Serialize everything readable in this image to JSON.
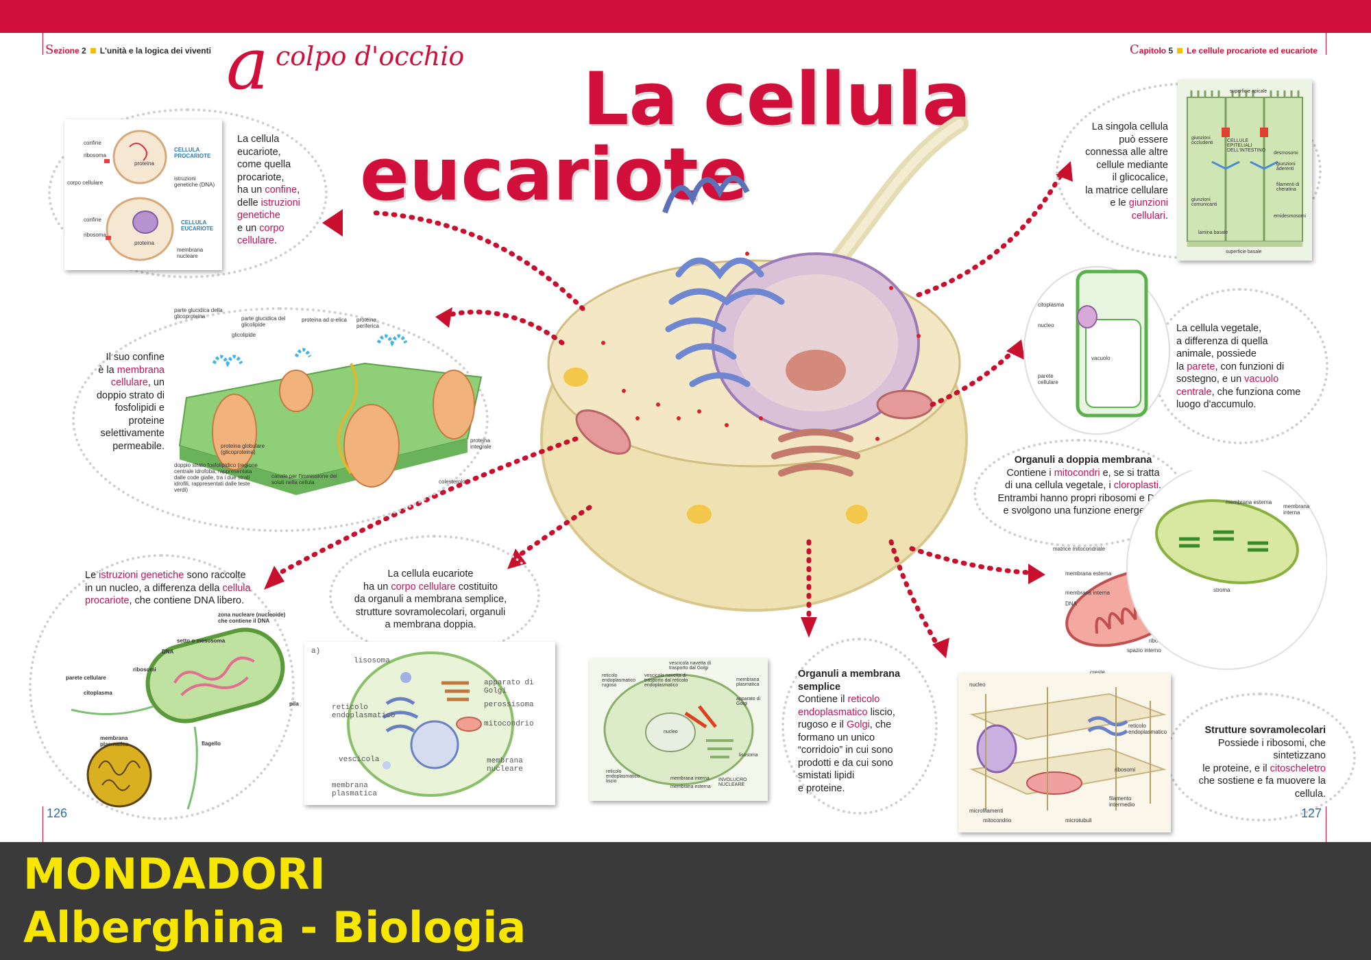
{
  "header_left": {
    "sezione_initial": "S",
    "sezione_rest": "ezione",
    "sezione_num": "2",
    "sezione_title": "L'unità e la logica dei viventi"
  },
  "header_right": {
    "capitolo_initial": "C",
    "capitolo_rest": "apitolo",
    "capitolo_num": "5",
    "capitolo_title": "Le cellule procariote ed eucariote"
  },
  "colpo": {
    "initial": "a",
    "rest": "colpo d'occhio"
  },
  "title": {
    "line1": "La cellula",
    "line2": "eucariote"
  },
  "callouts": {
    "procarioti": "La cellula eucariote, come quella procariote, ha un confine, delle istruzioni genetiche e un corpo cellulare.",
    "membrana": "Il suo confine è la membrana cellulare, un doppio strato di fosfolipidi e proteine selettivamente permeabile.",
    "nucleo": "Le istruzioni genetiche sono raccolte in un nucleo, a differenza della cellula procariote, che contiene DNA libero.",
    "corpo": "La cellula eucariote ha un corpo cellulare costituito da organuli a membrana semplice, strutture sovramolecolari, organuli a membrana doppia.",
    "semplice_title": "Organuli a membrana semplice",
    "semplice": "Contiene il reticolo endoplasmatico liscio, rugoso e il Golgi, che formano un unico “corridoio” in cui sono prodotti e da cui sono smistati lipidi e proteine.",
    "giunzioni": "La singola cellula può essere connessa alle altre cellule mediante il glicocalice, la matrice cellulare e le giunzioni cellulari.",
    "vegetale": "La cellula vegetale, a differenza di quella animale, possiede la parete, con funzioni di sostegno, e un vacuolo centrale, che funziona come luogo d'accumulo.",
    "doppia_title": "Organuli a doppia membrana",
    "doppia": "Contiene i mitocondri e, se si tratta di una cellula vegetale, i cloroplasti. Entrambi hanno propri ribosomi e DNA e svolgono una funzione energetica.",
    "sovra_title": "Strutture sovramolecolari",
    "sovra": "Possiede i ribosomi, che sintetizzano le proteine, e il citoscheletro che sostiene e fa muovere la cellula."
  },
  "labels": {
    "proc": {
      "confine": "confine",
      "ribosoma": "ribosoma",
      "corpo": "corpo cellulare",
      "istruzioni": "istruzioni genetiche (DNA)",
      "proteina": "proteina",
      "cell_proc": "CELLULA PROCARIOTE",
      "confine2": "confine",
      "ribosoma2": "ribosoma",
      "proteina2": "proteina",
      "membrana_nucleare": "membrana nucleare",
      "cell_euc": "CELLULA EUCARIOTE"
    },
    "mem": {
      "glucidica_glico": "parte glucidica della glicoproteina",
      "glucidica_lipide": "parte glucidica del glicolipide",
      "glicolipide": "glicolipide",
      "alfa": "proteina ad α-elica",
      "periferica": "proteina periferica",
      "globulare": "proteina globulare (glicoproteina)",
      "integrale": "proteina integrale",
      "doppio_strato": "doppio strato fosfolipidico (regione centrale idrofoba, rappresentata dalle code gialle, tra i due strati idrofili, rappresentati dalle teste verdi)",
      "canale": "canale per l'immissione dei soluti nella cellula",
      "colesterolo": "colesterolo"
    },
    "batt": {
      "zona": "zona nucleare (nucleoide) che contiene il DNA",
      "setto": "setto o mesosoma",
      "dna": "DNA",
      "ribosomi": "ribosomi",
      "parete": "parete cellulare",
      "citoplasma": "citoplasma",
      "pila": "pila",
      "membrana": "membrana plasmatica",
      "flagello": "flagello"
    },
    "cell": {
      "a": "a)",
      "lisosoma": "lisosoma",
      "apparato": "apparato di Golgi",
      "perossisoma": "perossisoma",
      "reticolo": "reticolo endoplasmatico",
      "mitocondrio": "mitocondrio",
      "vescicola": "vescicola",
      "membrana_nucleare": "membrana nucleare",
      "membrana_plasmatica": "membrana plasmatica"
    },
    "re": {
      "vesc_golgi": "vescicola navetta di trasporto dal Golgi",
      "rugoso": "reticolo endoplasmatico rugoso",
      "vesc_re": "vescicola navetta di trasporto dal reticolo endoplasmatico",
      "membrana_plasmatica": "membrana plasmatica",
      "golgi": "apparato di Golgi",
      "nucleo": "nucleo",
      "lisosoma": "lisosoma",
      "liscio": "reticolo endoplasmatico liscio",
      "interna": "membrana interna",
      "esterna": "membrana esterna",
      "involucro": "INVOLUCRO NUCLEARE"
    },
    "giu": {
      "apicale": "superficie apicale",
      "occludenti": "giunzioni occludenti",
      "epiteliali": "CELLULE EPITELIALI DELL'INTESTINO",
      "desmosomi": "desmosomi",
      "aderenti": "giunzioni aderenti",
      "filamenti": "filamenti di cheratina",
      "comunicanti": "giunzioni comunicanti",
      "emidesmosomi": "emidesmosomi",
      "lamina": "lamina basale",
      "basale": "superficie basale"
    },
    "veg": {
      "citoplasma": "citoplasma",
      "nucleo": "nucleo",
      "vacuolo": "vacuolo",
      "parete": "parete cellulare"
    },
    "mito": {
      "matrice": "matrice mitocondriale",
      "esterna": "membrana esterna",
      "interna": "membrana interna",
      "dna": "DNA",
      "ribosomi": "ribosomi",
      "spazio": "spazio interno",
      "creste": "creste"
    },
    "clor": {
      "esterna": "membrana esterna",
      "interna": "membrana interna",
      "stroma": "stroma"
    },
    "cito": {
      "nucleo": "nucleo",
      "reticolo": "reticolo endoplasmatico",
      "ribosomi": "ribosomi",
      "filamento": "filamento intermedio",
      "microfilamenti": "microfilamenti",
      "mitocondrio": "mitocondrio",
      "microtubuli": "microtubuli"
    }
  },
  "page_numbers": {
    "left": "126",
    "right": "127"
  },
  "footer": {
    "line1": "MONDADORI",
    "line2": "Alberghina - Biologia"
  },
  "colors": {
    "accent": "#d0103a",
    "footer_bg": "#3a3a3a",
    "footer_text": "#f6e600"
  }
}
